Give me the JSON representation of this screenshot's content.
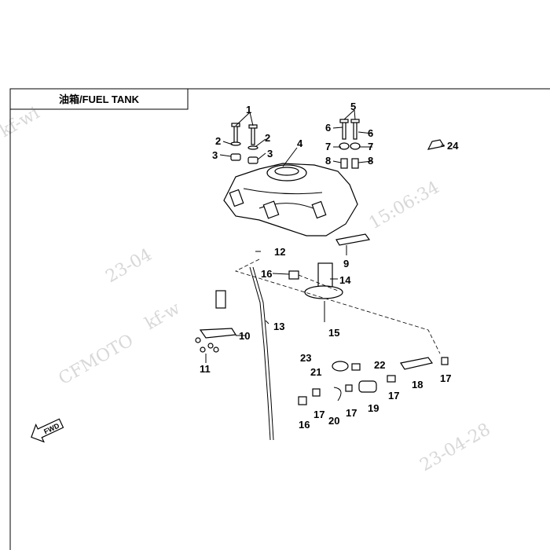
{
  "title": "油箱/FUEL TANK",
  "fwd_label": "FWD",
  "watermarks": [
    "kf-wi",
    "CFMOTO",
    "kf-w",
    "15:06:34",
    "23-04-28",
    "23-04"
  ],
  "callouts": [
    "1",
    "2",
    "2",
    "3",
    "3",
    "4",
    "5",
    "6",
    "6",
    "7",
    "7",
    "8",
    "8",
    "9",
    "10",
    "11",
    "12",
    "13",
    "14",
    "15",
    "16",
    "16",
    "17",
    "17",
    "17",
    "17",
    "18",
    "19",
    "20",
    "21",
    "22",
    "23",
    "24"
  ]
}
